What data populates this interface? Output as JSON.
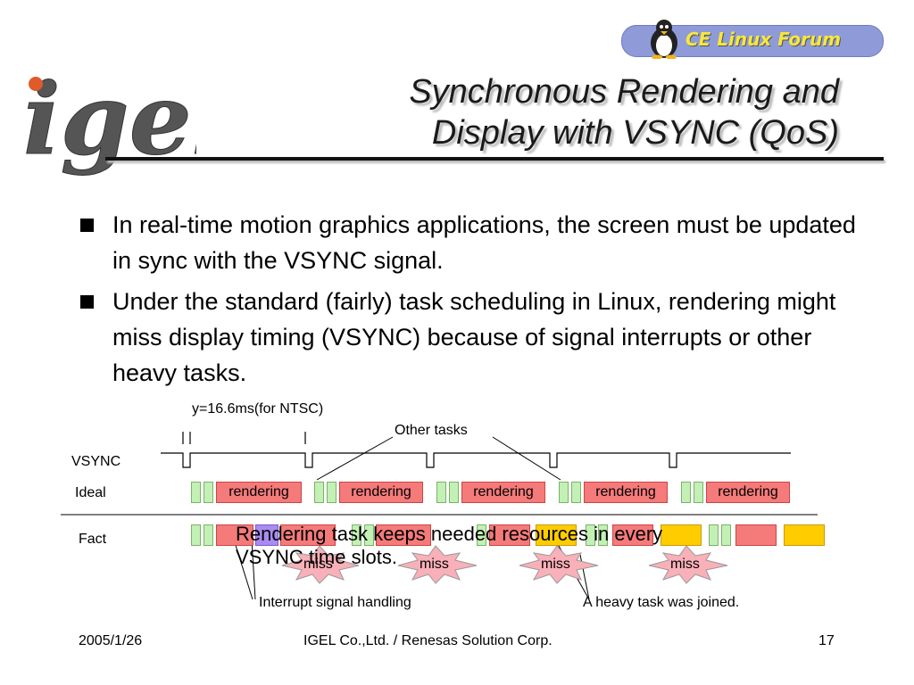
{
  "header": {
    "logo_text": "igel",
    "forum_label": "CE Linux Forum",
    "title_line1": "Synchronous Rendering and",
    "title_line2": "Display with VSYNC (QoS)"
  },
  "bullets": [
    "In real-time motion graphics applications, the screen must be updated in sync with the VSYNC signal.",
    "Under the standard (fairly) task scheduling in Linux, rendering might miss display timing (VSYNC) because of signal interrupts or other heavy tasks."
  ],
  "diagram": {
    "period_label": "y=16.6ms(for NTSC)",
    "other_tasks_label": "Other tasks",
    "rows": {
      "vsync": "VSYNC",
      "ideal": "Ideal",
      "fact": "Fact"
    },
    "rendering_label": "rendering",
    "miss_label": "miss",
    "overlay_line1": "Rendering task keeps needed resources in every",
    "overlay_line2": "VSYNC time slots.",
    "interrupt_label": "Interrupt signal handling",
    "heavy_task_label": "A heavy task was joined."
  },
  "footer": {
    "date": "2005/1/26",
    "company": "IGEL Co.,Ltd. / Renesas Solution Corp.",
    "page": "17"
  },
  "colors": {
    "rendering": "#f57a7a",
    "other": "#c3f0b4",
    "heavy": "#ffcc00",
    "interrupt": "#a98bf2",
    "miss_burst": "#f9b0b8"
  }
}
